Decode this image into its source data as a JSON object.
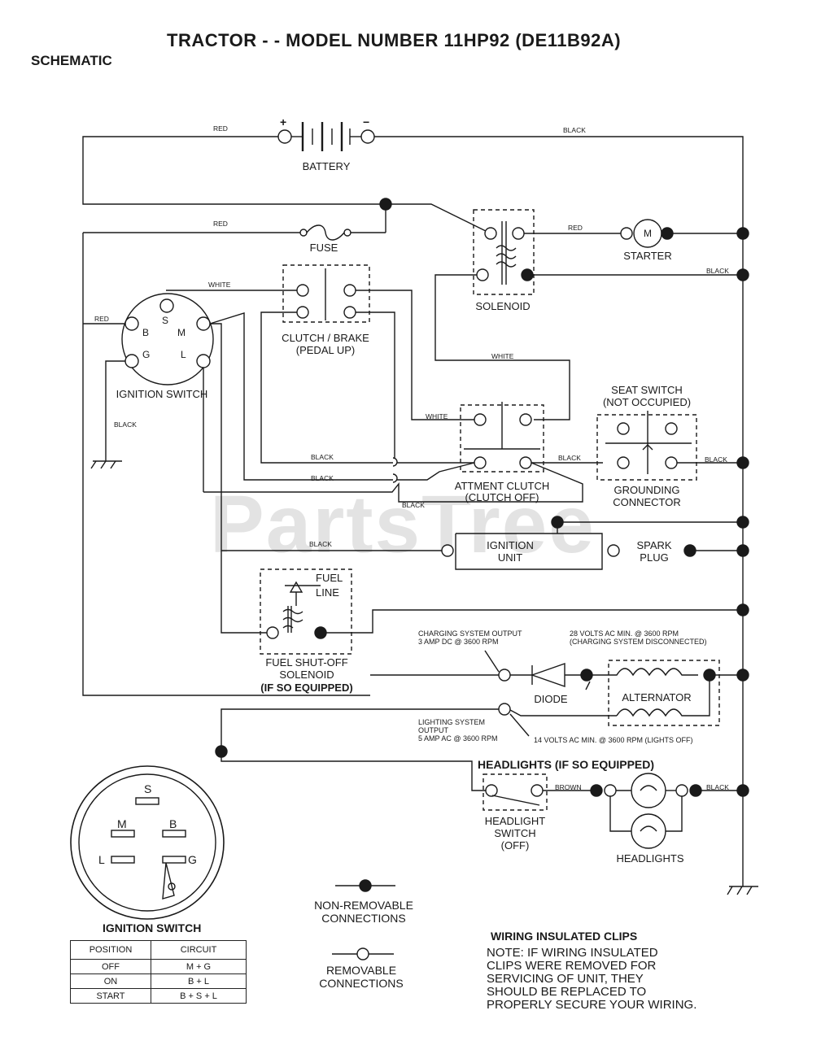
{
  "title": "TRACTOR - - MODEL NUMBER 11HP92  (DE11B92A)",
  "subtitle": "SCHEMATIC",
  "watermark": "PartsTree",
  "components": {
    "battery": "BATTERY",
    "battery_pos": "+",
    "battery_neg": "−",
    "fuse": "FUSE",
    "solenoid": "SOLENOID",
    "starter": "STARTER",
    "starter_motor": "M",
    "clutch_brake_1": "CLUTCH / BRAKE",
    "clutch_brake_2": "(PEDAL UP)",
    "ignition_switch": "IGNITION SWITCH",
    "seat_switch_1": "SEAT SWITCH",
    "seat_switch_2": "(NOT OCCUPIED)",
    "attment_clutch_1": "ATTMENT CLUTCH",
    "attment_clutch_2": "(CLUTCH OFF)",
    "grounding_connector_1": "GROUNDING",
    "grounding_connector_2": "CONNECTOR",
    "ignition_unit_1": "IGNITION",
    "ignition_unit_2": "UNIT",
    "spark_plug_1": "SPARK",
    "spark_plug_2": "PLUG",
    "fuel_line_1": "FUEL",
    "fuel_line_2": "LINE",
    "fuel_solenoid_1": "FUEL SHUT-OFF",
    "fuel_solenoid_2": "SOLENOID",
    "fuel_solenoid_3": "(IF SO EQUIPPED)",
    "diode": "DIODE",
    "alternator": "ALTERNATOR",
    "charging_1": "CHARGING SYSTEM OUTPUT",
    "charging_2": "3 AMP DC @ 3600 RPM",
    "volts28_1": "28 VOLTS AC MIN. @ 3600 RPM",
    "volts28_2": "(CHARGING SYSTEM DISCONNECTED)",
    "lighting_1": "LIGHTING SYSTEM",
    "lighting_2": "OUTPUT",
    "lighting_3": "5 AMP AC @ 3600 RPM",
    "volts14": "14 VOLTS AC MIN. @ 3600 RPM (LIGHTS OFF)",
    "headlights_equipped": "HEADLIGHTS (IF SO EQUIPPED)",
    "headlight_switch_1": "HEADLIGHT",
    "headlight_switch_2": "SWITCH",
    "headlight_switch_3": "(OFF)",
    "headlights": "HEADLIGHTS"
  },
  "terminals": {
    "b": "B",
    "s": "S",
    "m": "M",
    "g": "G",
    "l": "L"
  },
  "wires": {
    "red": "RED",
    "black": "BLACK",
    "white": "WHITE",
    "brown": "BROWN"
  },
  "legend": {
    "non_removable_1": "NON-REMOVABLE",
    "non_removable_2": "CONNECTIONS",
    "removable_1": "REMOVABLE",
    "removable_2": "CONNECTIONS"
  },
  "switch_table": {
    "title": "IGNITION SWITCH",
    "headers": [
      "POSITION",
      "CIRCUIT"
    ],
    "rows": [
      [
        "OFF",
        "M + G"
      ],
      [
        "ON",
        "B + L"
      ],
      [
        "START",
        "B + S + L"
      ]
    ]
  },
  "clips_note": {
    "title": "WIRING INSULATED CLIPS",
    "lines": [
      "NOTE: IF WIRING INSULATED",
      "CLIPS WERE REMOVED FOR",
      "SERVICING OF UNIT, THEY",
      "SHOULD BE REPLACED TO",
      "PROPERLY SECURE YOUR WIRING."
    ]
  }
}
